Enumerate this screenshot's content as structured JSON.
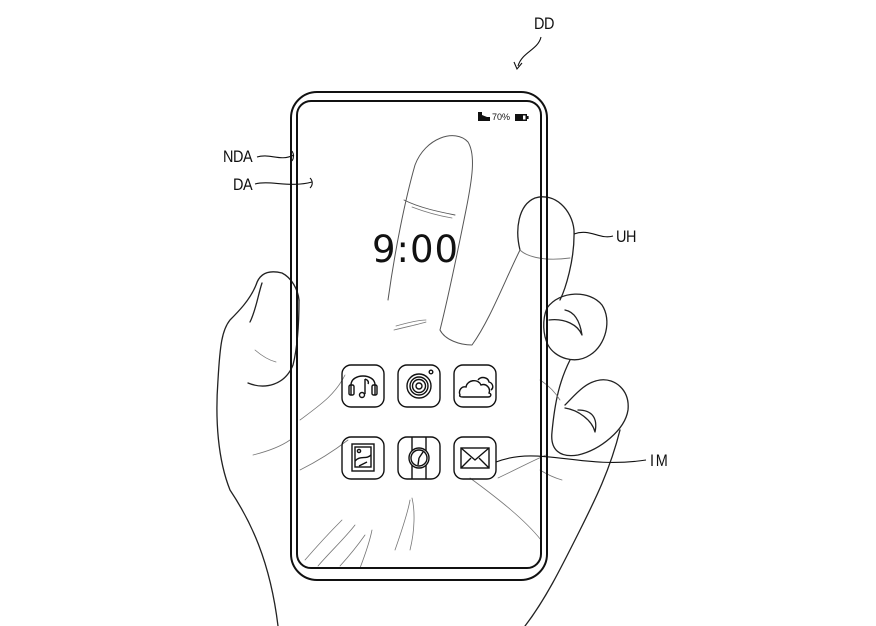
{
  "figure": {
    "type": "patent-drawing",
    "subject": "transparent display device held by user hand"
  },
  "reference_labels": {
    "device": "DD",
    "non_display_area": "NDA",
    "display_area": "DA",
    "user_hand": "UH",
    "icon": "IM"
  },
  "screen": {
    "status_bar": {
      "signal_icon": "signal-icon",
      "battery_percent": "70%",
      "battery_icon": "battery-icon"
    },
    "time": "9:00",
    "app_icons": [
      {
        "name": "music-headphones-icon",
        "row": 1,
        "col": 1
      },
      {
        "name": "camera-lens-icon",
        "row": 1,
        "col": 2
      },
      {
        "name": "weather-cloud-icon",
        "row": 1,
        "col": 3
      },
      {
        "name": "gallery-picture-icon",
        "row": 2,
        "col": 1
      },
      {
        "name": "watch-clock-icon",
        "row": 2,
        "col": 2
      },
      {
        "name": "mail-envelope-icon",
        "row": 2,
        "col": 3
      }
    ]
  },
  "colors": {
    "line": "#111111",
    "hand_line": "#333333",
    "background": "#ffffff"
  }
}
